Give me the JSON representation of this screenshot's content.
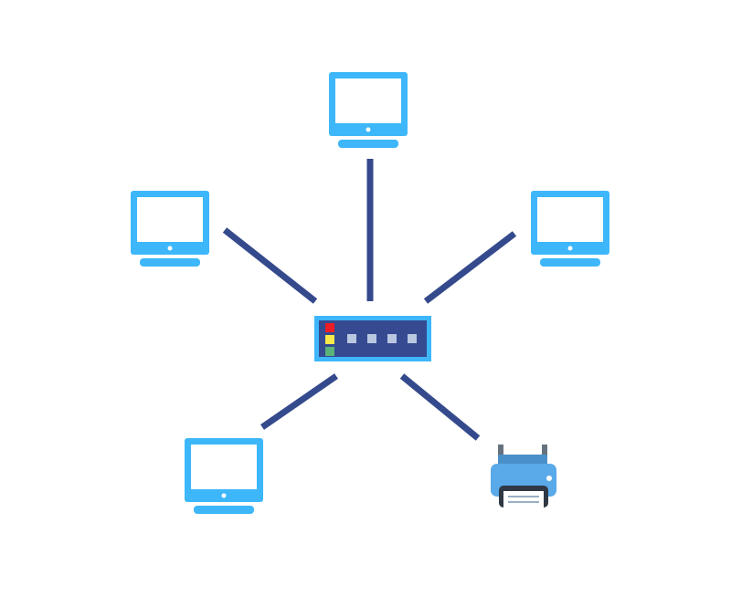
{
  "diagram": {
    "topology": "star",
    "colors": {
      "background": "#ffffff",
      "link": "#344a8c",
      "device": "#3db7f9",
      "device_screen": "#ffffff",
      "switch_body": "#354a91",
      "switch_frame": "#3db7f9",
      "switch_port": "#b9c7e0",
      "led_red": "#ee1c24",
      "led_yellow": "#f7e94a",
      "led_green": "#5cb37a",
      "printer_body": "#5aa9e9",
      "printer_top": "#4a90c8",
      "printer_frame": "#66727e",
      "printer_slot": "#2f3844",
      "printer_paper": "#ffffff"
    },
    "hub": {
      "name": "network-switch",
      "icon": "switch-icon",
      "leds": [
        "red",
        "yellow",
        "green"
      ],
      "ports": 4
    },
    "nodes": [
      {
        "name": "computer-top",
        "icon": "monitor-icon"
      },
      {
        "name": "computer-left",
        "icon": "monitor-icon"
      },
      {
        "name": "computer-right",
        "icon": "monitor-icon"
      },
      {
        "name": "computer-bottom-left",
        "icon": "monitor-icon"
      },
      {
        "name": "printer-bottom-right",
        "icon": "printer-icon"
      }
    ]
  }
}
